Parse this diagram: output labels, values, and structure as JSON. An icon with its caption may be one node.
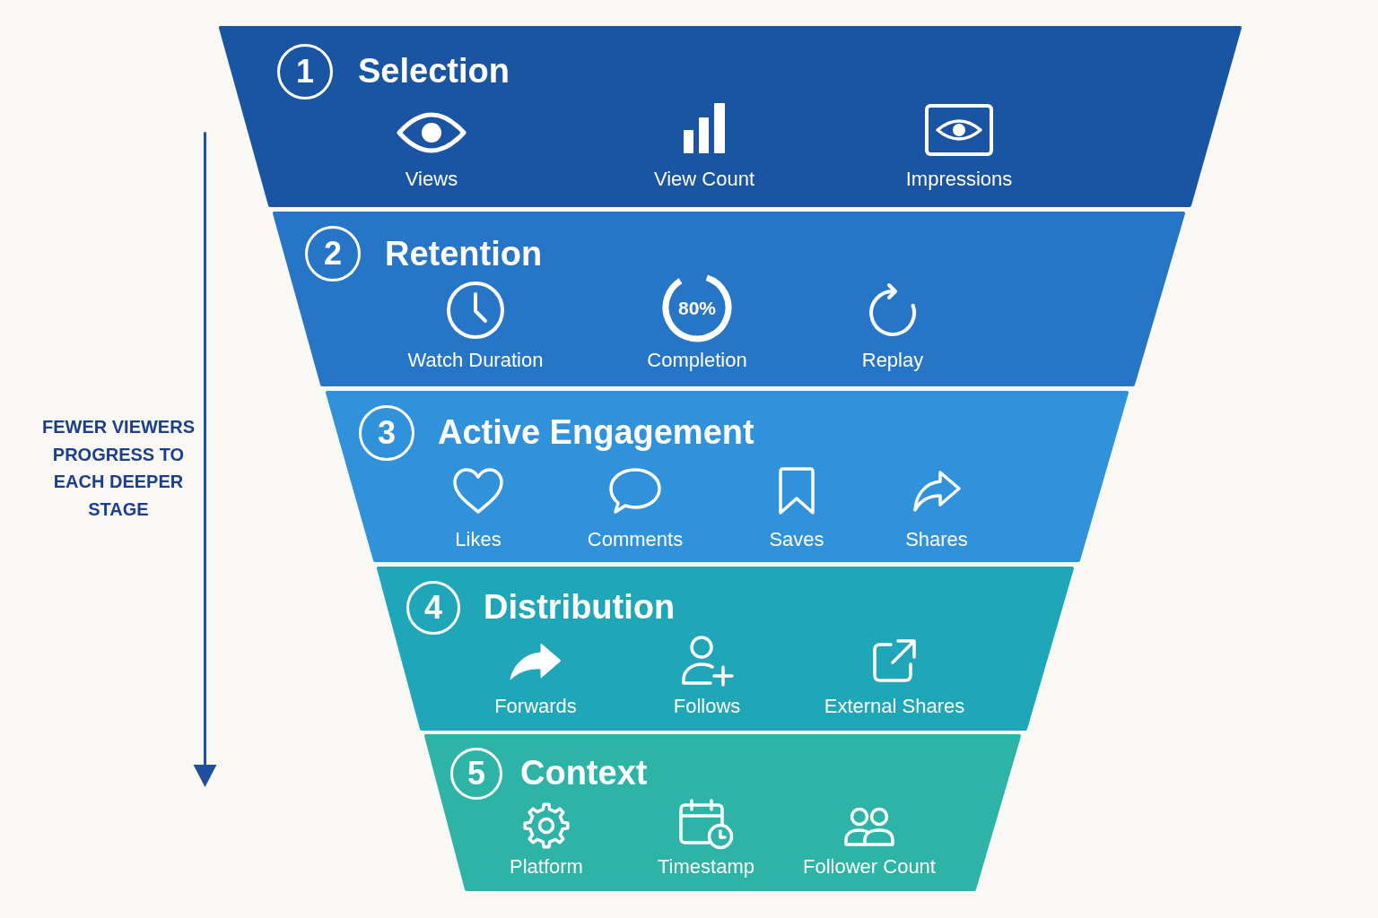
{
  "diagram": {
    "nodes": [
      {
        "text": [
          "Selection",
          "Views",
          "View Count",
          "Impressions"
        ]
      },
      {
        "text": [
          "1"
        ],
        "in": 0
      },
      {
        "text": [
          "Retention",
          "Watch Duration",
          "Completion",
          "Replay"
        ]
      },
      {
        "text": [
          "2"
        ],
        "in": 2
      },
      {
        "text": [
          "80%"
        ],
        "in": 2
      },
      {
        "text": [
          "Active Engagement",
          "Likes",
          "Comments",
          "Saves",
          "Shares"
        ]
      },
      {
        "text": [
          "3"
        ],
        "in": 5
      },
      {
        "text": [
          "Distribution",
          "Forwards",
          "Follows",
          "External Shares"
        ]
      },
      {
        "text": [
          "4"
        ],
        "in": 7
      },
      {
        "text": [
          "Context",
          "Platform",
          "Timestamp",
          "Follower Count"
        ]
      },
      {
        "text": [
          "5"
        ],
        "in": 9
      }
    ],
    "edges": [],
    "labels": [
      "FEWER VIEWERS PROGRESS TO EACH DEEPER STAGE"
    ]
  }
}
